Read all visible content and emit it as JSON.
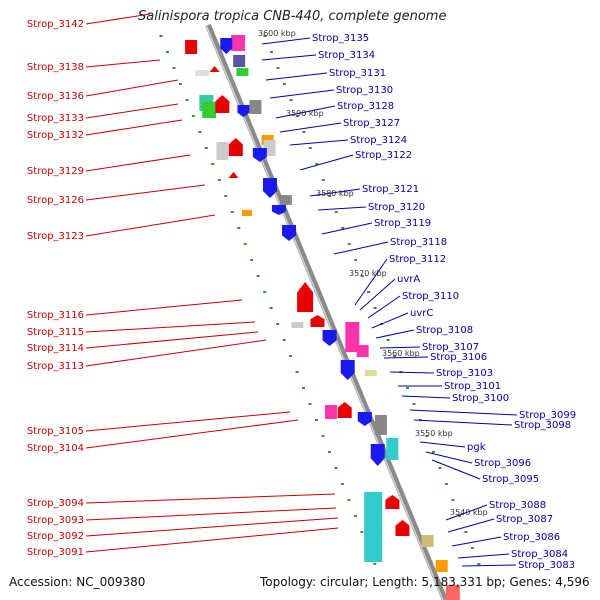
{
  "title": "Salinispora tropica CNB-440, complete genome",
  "footer": {
    "accession": "Accession: NC_009380",
    "summary": "Topology: circular; Length: 5,183,331 bp; Genes: 4,596"
  },
  "scale_marks": [
    "3600 kbp",
    "3590 kbp",
    "3580 kbp",
    "3570 kbp",
    "3560 kbp",
    "3550 kbp",
    "3540 kbp"
  ],
  "left_labels": [
    "Strop_3142",
    "Strop_3138",
    "Strop_3136",
    "Strop_3133",
    "Strop_3132",
    "Strop_3129",
    "Strop_3126",
    "Strop_3123",
    "Strop_3116",
    "Strop_3115",
    "Strop_3114",
    "Strop_3113",
    "Strop_3105",
    "Strop_3104",
    "Strop_3094",
    "Strop_3093",
    "Strop_3092",
    "Strop_3091"
  ],
  "right_labels": [
    "Strop_3135",
    "Strop_3134",
    "Strop_3131",
    "Strop_3130",
    "Strop_3128",
    "Strop_3127",
    "Strop_3124",
    "Strop_3122",
    "Strop_3121",
    "Strop_3120",
    "Strop_3119",
    "Strop_3118",
    "Strop_3112",
    "uvrA",
    "Strop_3110",
    "uvrC",
    "Strop_3108",
    "Strop_3107",
    "Strop_3106",
    "Strop_3103",
    "Strop_3101",
    "Strop_3100",
    "Strop_3099",
    "Strop_3098",
    "pgk",
    "Strop_3096",
    "Strop_3095",
    "Strop_3088",
    "Strop_3087",
    "Strop_3086",
    "Strop_3084",
    "Strop_3083"
  ],
  "colors": {
    "backbone": "#8a8a8a",
    "forward_gene": "#e60000",
    "reverse_gene": "#1a1aee",
    "left_label": "#cc0000",
    "right_label": "#0000aa",
    "tick": "#2a9a2a"
  }
}
